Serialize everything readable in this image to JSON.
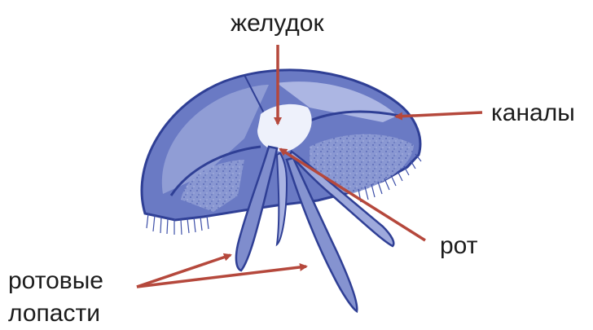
{
  "labels": {
    "stomach": "желудок",
    "canals": "каналы",
    "mouth": "рот",
    "oral_lobes_line1": "ротовые",
    "oral_lobes_line2": "лопасти"
  },
  "colors": {
    "body_dark": "#3d4fa8",
    "body_mid": "#6a7ac4",
    "body_light": "#b9c1e6",
    "body_pale": "#e3e7f6",
    "arrow": "#b5483c",
    "text": "#1c1c1c"
  }
}
